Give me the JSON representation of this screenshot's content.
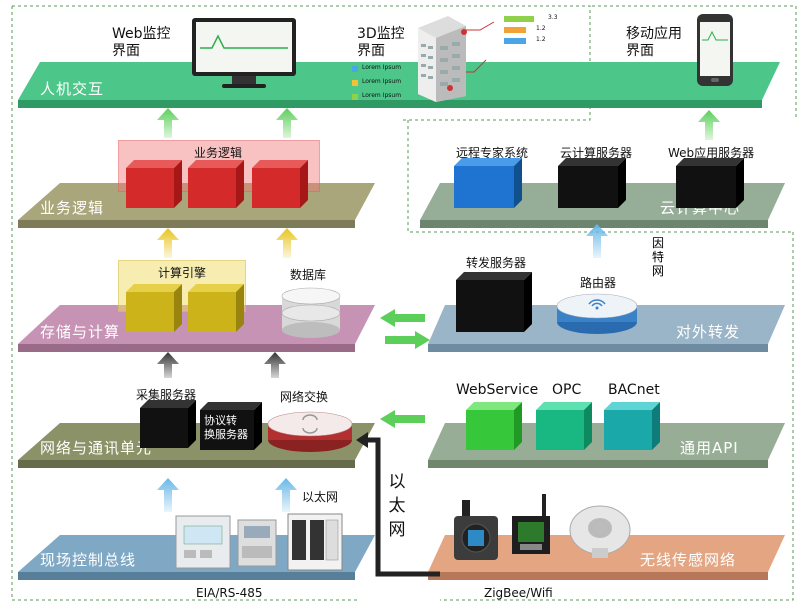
{
  "layers": {
    "hmi": "人机交互",
    "business": "业务逻辑",
    "storage": "存储与计算",
    "network": "网络与通讯单元",
    "fieldbus": "现场控制总线",
    "cloud": "云计算中心",
    "forward": "对外转发",
    "api": "通用API",
    "wireless": "无线传感网络"
  },
  "hmi": {
    "web_line1": "Web监控",
    "web_line2": "界面",
    "threed_line1": "3D监控",
    "threed_line2": "界面",
    "mobile_line1": "移动应用",
    "mobile_line2": "界面",
    "legend": [
      "Lorem Ipsum",
      "Lorem Ipsum",
      "Lorem Ipsum"
    ],
    "bar_values": [
      "3.3",
      "1.2",
      "1.2"
    ]
  },
  "business": {
    "group_label": "业务逻辑"
  },
  "storage": {
    "engine_label": "计算引擎",
    "db_label": "数据库"
  },
  "network": {
    "collector_label": "采集服务器",
    "protocol_line1": "协议转",
    "protocol_line2": "换服务器",
    "switch_label": "网络交换"
  },
  "fieldbus": {
    "ethernet_label": "以太网",
    "bus_label": "EIA/RS-485"
  },
  "cloud": {
    "expert": "远程专家系统",
    "cloud_server": "云计算服务器",
    "web_server": "Web应用服务器",
    "internet": [
      "因",
      "特",
      "网"
    ]
  },
  "forward": {
    "relay_server": "转发服务器",
    "router": "路由器"
  },
  "api": {
    "webservice": "WebService",
    "opc": "OPC",
    "bacnet": "BACnet"
  },
  "wireless": {
    "bottom_label": "ZigBee/Wifi"
  },
  "ethernet_vertical": [
    "以",
    "太",
    "网"
  ],
  "colors": {
    "green_plate": "#4dc68a",
    "khaki_plate": "#a9a67c",
    "pink_plate": "#c793b5",
    "olive_plate": "#8c9268",
    "blue_plate": "#7fa8c4",
    "sage_plate": "#96ae98",
    "lightblue_plate": "#9ab4c8",
    "sage_api_plate": "#98ad96",
    "peach_plate": "#e4a682",
    "arrow_green": "#5ccf5a",
    "arrow_yellow": "#e8c420",
    "arrow_blue": "#6ab8e8"
  }
}
